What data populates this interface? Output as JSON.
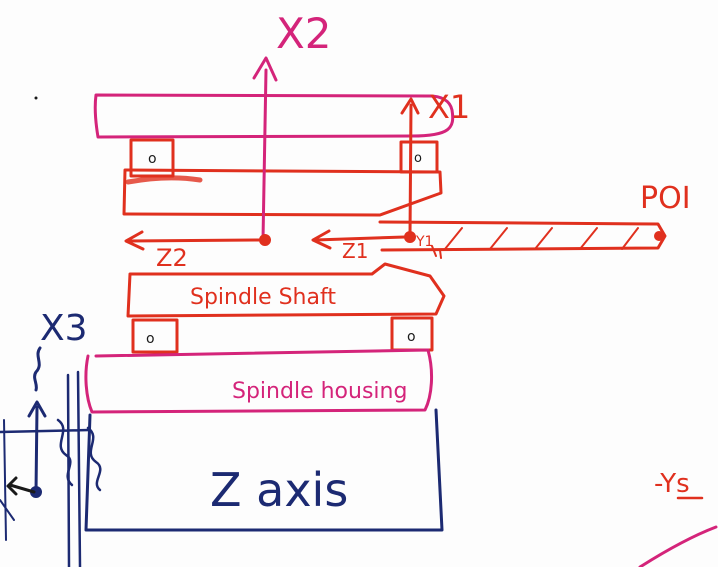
{
  "labels": {
    "x2": "X2",
    "x1": "X1",
    "x3": "X3",
    "z2": "Z2",
    "z1": "Z1",
    "y1": "Y1",
    "poi": "POI",
    "spindle_shaft": "Spindle Shaft",
    "spindle_housing": "Spindle housing",
    "z_axis": "Z axis",
    "neg_ys": "-Ys"
  },
  "colors": {
    "red": "#e0301e",
    "magenta": "#d4247a",
    "navy": "#1c2a72",
    "black": "#1a1a1a"
  },
  "icons": {
    "bearing": "bearing-square-icon",
    "origin": "origin-dot-icon"
  }
}
